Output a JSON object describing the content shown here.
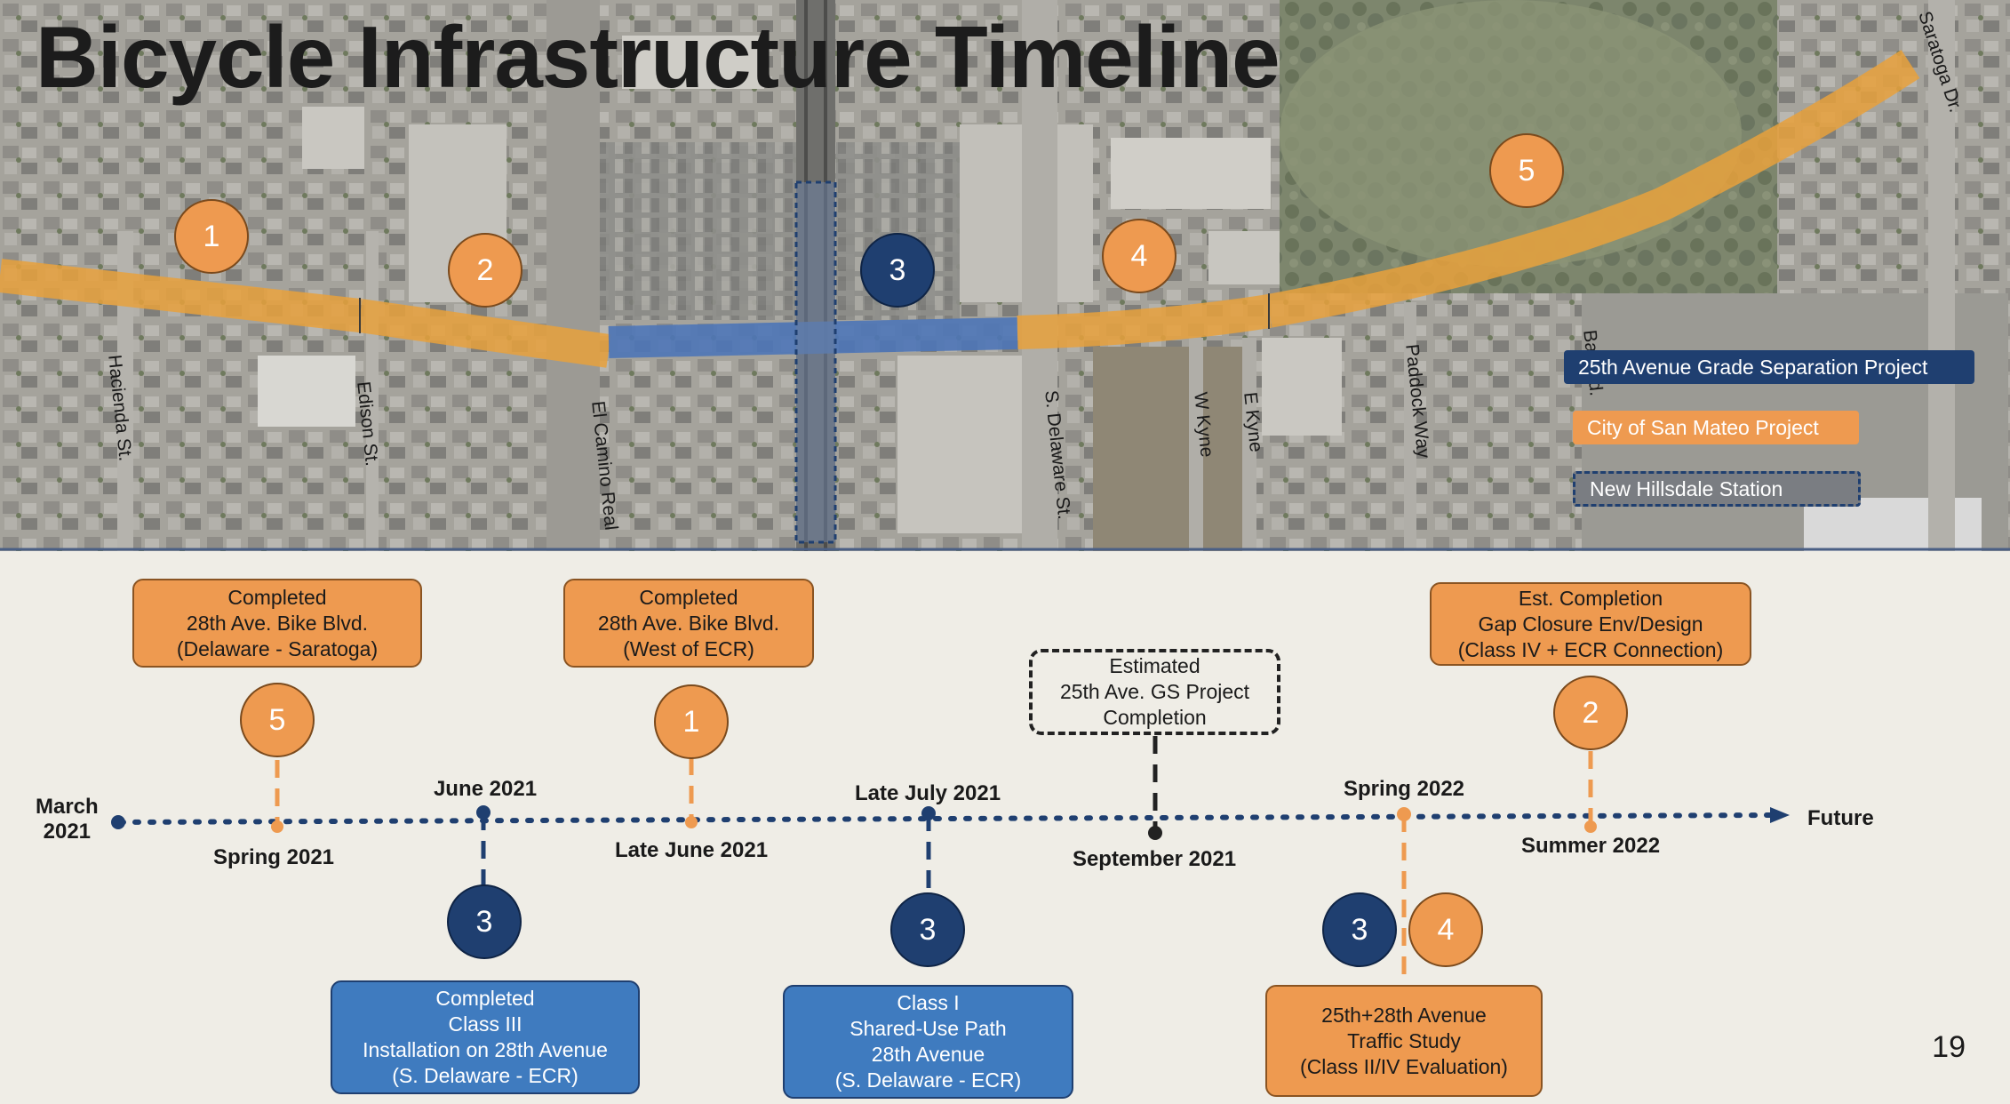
{
  "slide": {
    "title": "Bicycle Infrastructure Timeline",
    "page_number": "19"
  },
  "map": {
    "streets": [
      "Hacienda St.",
      "Edison St.",
      "El Camino Real",
      "S. Delaware St.",
      "W Kyne",
      "E Kyne",
      "Paddock Way",
      "Saratoga Dr.",
      "Bay Rd."
    ],
    "pins": [
      {
        "num": "1",
        "color": "orange"
      },
      {
        "num": "2",
        "color": "orange"
      },
      {
        "num": "3",
        "color": "blue"
      },
      {
        "num": "4",
        "color": "orange"
      },
      {
        "num": "5",
        "color": "orange"
      }
    ],
    "legend": [
      {
        "label": "25th Avenue Grade Separation Project",
        "color": "#1f3f70"
      },
      {
        "label": "City of San Mateo Project",
        "color": "#ee9a50"
      },
      {
        "label": "New Hillsdale Station",
        "color": "#7a7d82"
      }
    ]
  },
  "timeline": {
    "start_label": "March\n2021",
    "end_label": "Future",
    "milestones": [
      {
        "label": "Spring 2021"
      },
      {
        "label": "June 2021"
      },
      {
        "label": "Late June 2021"
      },
      {
        "label": "Late July 2021"
      },
      {
        "label": "September 2021"
      },
      {
        "label": "Spring 2022"
      },
      {
        "label": "Summer 2022"
      }
    ],
    "cards": [
      {
        "lines": [
          "Completed",
          "28th Ave. Bike Blvd.",
          "(Delaware - Saratoga)"
        ]
      },
      {
        "lines": [
          "Completed",
          "28th Ave. Bike Blvd.",
          "(West of ECR)"
        ]
      },
      {
        "lines": [
          "Estimated",
          "25th Ave. GS Project",
          "Completion"
        ]
      },
      {
        "lines": [
          "Est. Completion",
          "Gap Closure Env/Design",
          "(Class IV + ECR Connection)"
        ]
      },
      {
        "lines": [
          "Completed",
          "Class III",
          "Installation on 28th Avenue",
          "(S. Delaware - ECR)"
        ]
      },
      {
        "lines": [
          "Class I",
          "Shared-Use Path",
          "28th Avenue",
          "(S. Delaware - ECR)"
        ]
      },
      {
        "lines": [
          "25th+28th Avenue",
          "Traffic Study",
          "(Class II/IV Evaluation)"
        ]
      }
    ],
    "badges": [
      "5",
      "1",
      "2",
      "3",
      "3",
      "3",
      "4"
    ]
  },
  "colors": {
    "orange": "#ee9a50",
    "navy": "#1f3f70",
    "steel_blue": "#3f7bbf",
    "gray": "#7a7d82",
    "background": "#efede6"
  }
}
